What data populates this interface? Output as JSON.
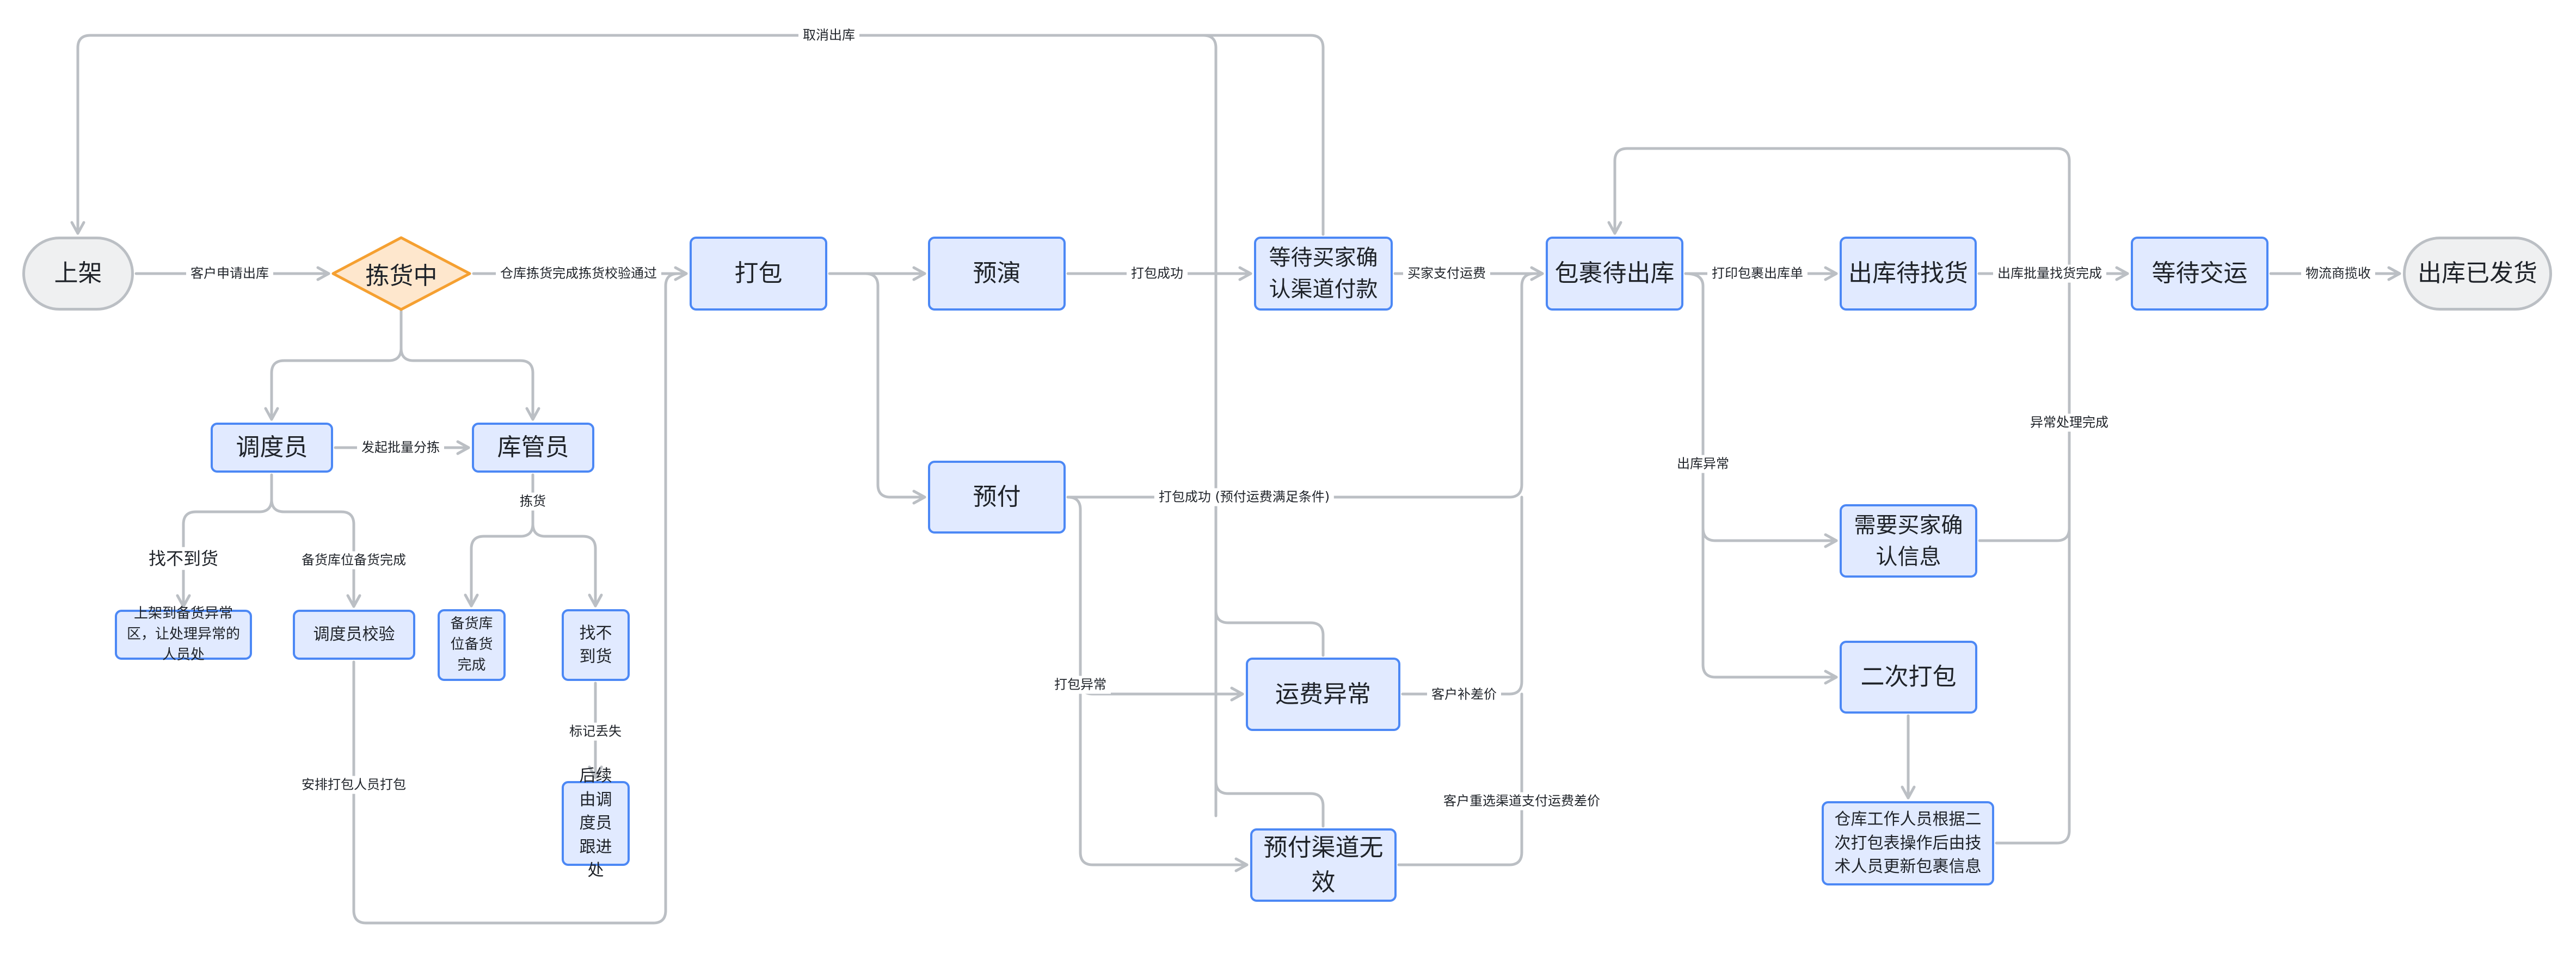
{
  "diagram": {
    "colors": {
      "edge": "#bbbfc4",
      "process_fill": "#e1eaff",
      "process_border": "#4c88f5",
      "terminal_fill": "#eff0f1",
      "terminal_border": "#bbbfc4",
      "decision_fill": "#fee7cd",
      "decision_border": "#f5a031"
    },
    "nodes": {
      "shangjia": "上架",
      "jianhuozhong": "拣货中",
      "dabao": "打包",
      "yuyan": "预演",
      "dengdai_maijia": "等待买家确认渠道付款",
      "baoguo_daichuku": "包裹待出库",
      "chuku_daizhaohuo": "出库待找货",
      "dengdai_jiaoyun": "等待交运",
      "chuku_yifahuo": "出库已发货",
      "yufu": "预付",
      "yunfei_yichang": "运费异常",
      "yufu_qudao_wuxiao": "预付渠道无效",
      "xuyao_maijia_queren": "需要买家确认信息",
      "erci_dabao": "二次打包",
      "cangku_gongzuo": "仓库工作人员根据二次打包表操作后由技术人员更新包裹信息",
      "diaoduyuan": "调度员",
      "kuguanyuan": "库管员",
      "shangjia_yichangqu": "上架到备货异常区，让处理异常的人员处",
      "diaoduyuan_jiaoyan": "调度员校验",
      "beihuo_wancheng": "备货库位备货完成",
      "zhaobudao_huo": "找不到货",
      "houxu_genjin": "后续由调度员跟进处"
    },
    "edge_labels": {
      "quxiao_chuku": "取消出库",
      "kehu_shenqing": "客户申请出库",
      "jianhuo_jiaoyan_tongguo": "仓库拣货完成拣货校验通过",
      "dabao_chenggong": "打包成功",
      "maijia_zhifu": "买家支付运费",
      "dayin_danju": "打印包裹出库单",
      "piliang_zhaohuo": "出库批量找货完成",
      "wuliu_lanshou": "物流商揽收",
      "dabao_chenggong_yufu": "打包成功 (预付运费满足条件)",
      "dabao_yichang": "打包异常",
      "kehu_bu_chajia": "客户补差价",
      "kehu_chongxuan": "客户重选渠道支付运费差价",
      "chuku_yichang": "出库异常",
      "yichang_chuli_wancheng": "异常处理完成",
      "faqi_fenjian": "发起批量分拣",
      "jianhuo": "拣货",
      "zhaobudao_huo_label": "找不到货",
      "beihuo_wancheng_label": "备货库位备货完成",
      "anpai_dabao": "安排打包人员打包",
      "biaoji_diushi": "标记丢失"
    }
  }
}
